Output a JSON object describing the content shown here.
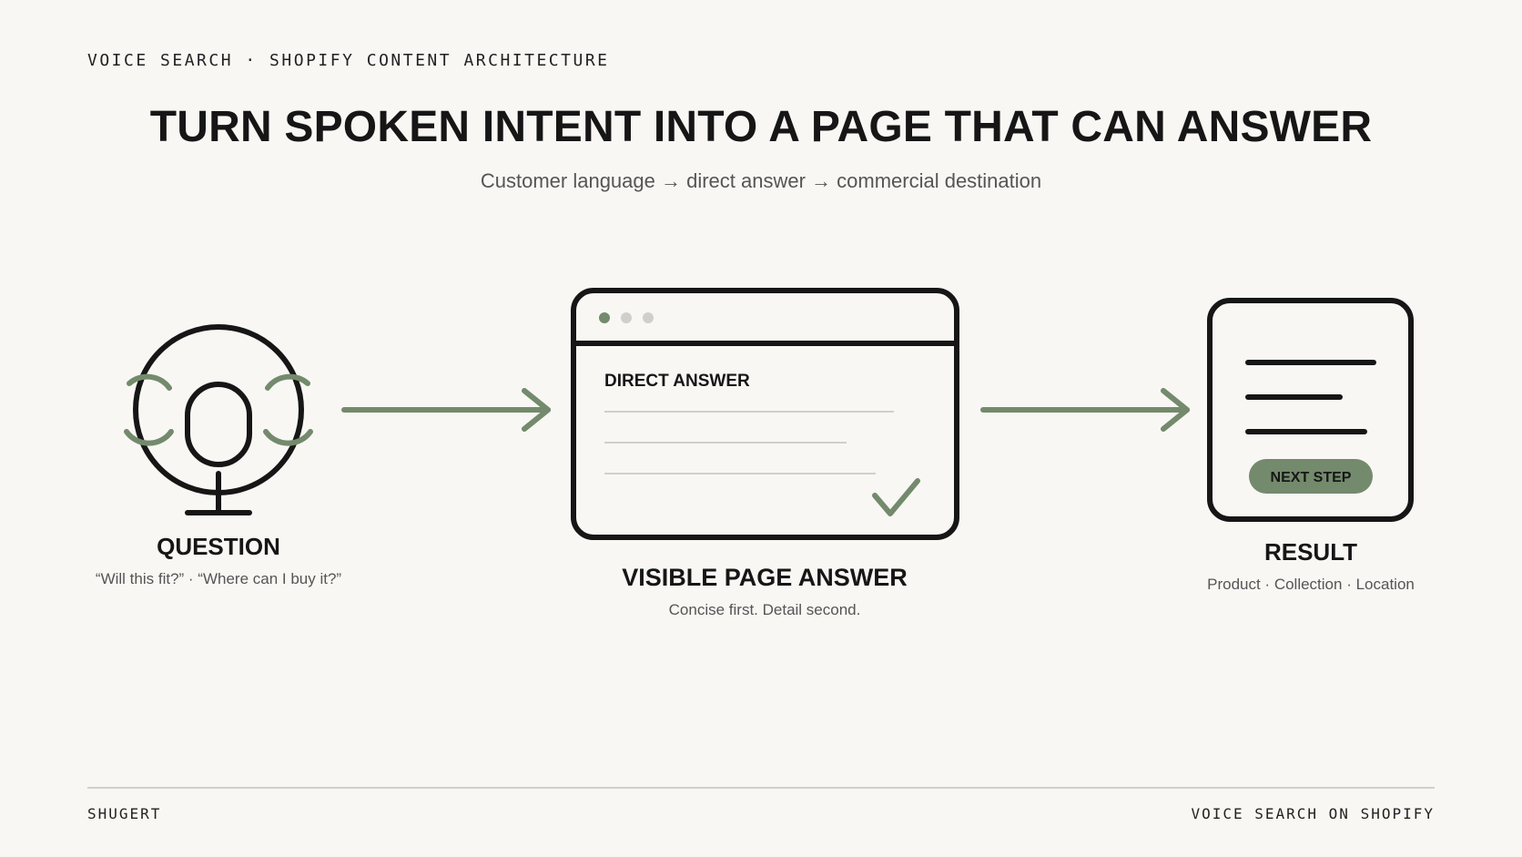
{
  "header": {
    "eyebrow": "VOICE SEARCH · SHOPIFY CONTENT ARCHITECTURE",
    "title": "TURN SPOKEN INTENT INTO A PAGE THAT CAN ANSWER",
    "subtitle": "Customer language → direct answer → commercial destination"
  },
  "steps": [
    {
      "title": "QUESTION",
      "caption": "“Will this fit?” · “Where can I buy it?”",
      "icon": "microphone-icon"
    },
    {
      "title": "VISIBLE PAGE ANSWER",
      "caption": "Concise first. Detail second.",
      "icon": "browser-window-icon",
      "panel_heading": "DIRECT ANSWER"
    },
    {
      "title": "RESULT",
      "caption": "Product · Collection · Location",
      "icon": "document-icon",
      "button_label": "NEXT STEP"
    }
  ],
  "footer": {
    "left": "SHUGERT",
    "right": "VOICE SEARCH ON SHOPIFY"
  },
  "colors": {
    "background": "#f8f7f4",
    "ink": "#161616",
    "accent": "#748a6c",
    "muted": "#555555",
    "divider": "#cfcfcb"
  }
}
